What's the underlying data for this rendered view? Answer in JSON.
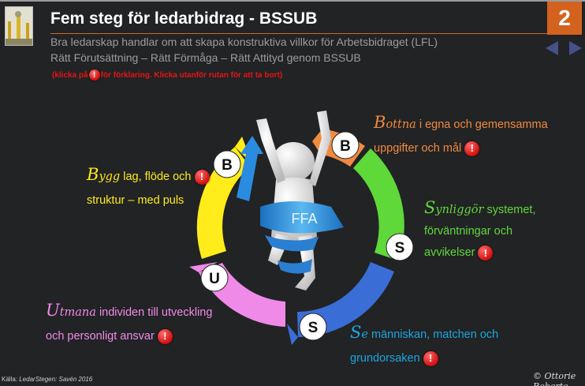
{
  "slide": {
    "title": "Fem steg för ledarbidrag - BSSUB",
    "number": "2",
    "subtitle1": "Bra ledarskap handlar om att skapa konstruktiva villkor för Arbetsbidraget (LFL)",
    "subtitle2": "Rätt Förutsättning – Rätt Förmåga – Rätt Attityd genom BSSUB",
    "hint_before": "(klicka på ",
    "hint_after": " för förklaring. Klicka utanför rutan för att ta bort)",
    "excl_symbol": "!",
    "source_prefix": "Källa: ",
    "source_text": "LedarStegen: Savén 2016",
    "copyright": "© Ottorie Roberto"
  },
  "nav": {
    "prev_icon": "arrow-left-icon",
    "next_icon": "arrow-right-icon",
    "color": "#46508a"
  },
  "colors": {
    "orange": "#f08a3f",
    "green": "#5fd83a",
    "blue": "#1ba6e0",
    "yellow": "#ffec1a",
    "pink": "#f08ae8",
    "accent": "#d4621f",
    "red": "#e51515"
  },
  "wheel": {
    "center_text": "FFA",
    "letters": {
      "b_top": "B",
      "s_right": "S",
      "s_bottom": "S",
      "u_left": "U",
      "b_left": "B"
    }
  },
  "steps": {
    "bottna": {
      "initial": "B",
      "rest": "ottna",
      "line1": " i egna och gemensamma",
      "line2": "uppgifter och mål"
    },
    "synliggor": {
      "initial": "S",
      "rest": "ynliggör",
      "line1": " systemet,",
      "line2": "förväntningar och",
      "line3": "avvikelser"
    },
    "se": {
      "initial": "S",
      "rest": "e",
      "line1": " människan, matchen och",
      "line2": "grundorsaken"
    },
    "bygg": {
      "initial": "B",
      "rest": "ygg",
      "line1": " lag, flöde och",
      "line2": "struktur – med puls"
    },
    "utmana": {
      "initial": "U",
      "rest": "tmana",
      "line1": " individen till utveckling",
      "line2": "och personligt ansvar"
    }
  }
}
